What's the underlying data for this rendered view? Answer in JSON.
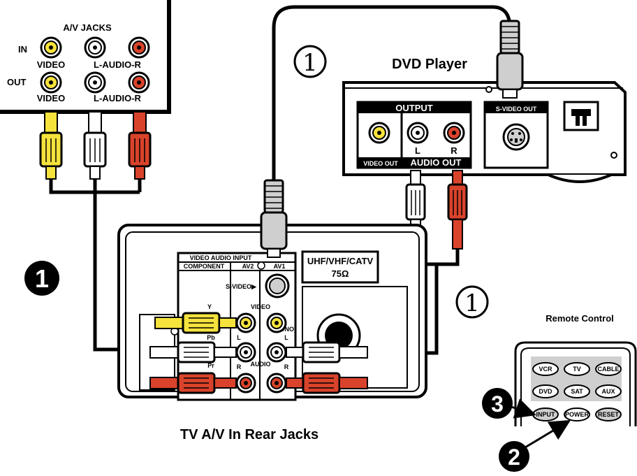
{
  "av_panel": {
    "title": "A/V JACKS",
    "in_label": "IN",
    "out_label": "OUT",
    "video_label": "VIDEO",
    "audio_label": "L-AUDIO-R"
  },
  "dvd": {
    "title": "DVD Player",
    "output_label": "OUTPUT",
    "svideo_out_label": "S-VIDEO OUT",
    "video_out_label": "VIDEO OUT",
    "audio_out_label": "AUDIO OUT",
    "left_label": "L",
    "right_label": "R"
  },
  "tv": {
    "caption": "TV A/V In Rear Jacks",
    "input_header": "VIDEO AUDIO INPUT",
    "component_label": "COMPONENT",
    "av2_label": "AV2",
    "av1_label": "AV1",
    "svideo_label": "S-VIDEO▶",
    "video_label": "VIDEO",
    "audio_label": "AUDIO",
    "y_label": "Y",
    "pb_label": "Pb",
    "pr_label": "Pr",
    "l_label": "L",
    "r_label": "R",
    "mono_label": "(MONO)",
    "antenna_line1": "UHF/VHF/CATV",
    "antenna_line2": "75Ω"
  },
  "remote": {
    "title": "Remote Control",
    "buttons": [
      "VCR",
      "TV",
      "CABLE",
      "DVD",
      "SAT",
      "AUX",
      "INPUT",
      "POWER",
      "RESET"
    ]
  },
  "steps": {
    "step1_open": "1",
    "step1_solid": "1",
    "step2": "2",
    "step3": "3"
  },
  "colors": {
    "yellow": "#f5e23c",
    "red": "#d9432b",
    "white": "#ffffff",
    "gray": "#cfcfcf",
    "black": "#000000"
  }
}
